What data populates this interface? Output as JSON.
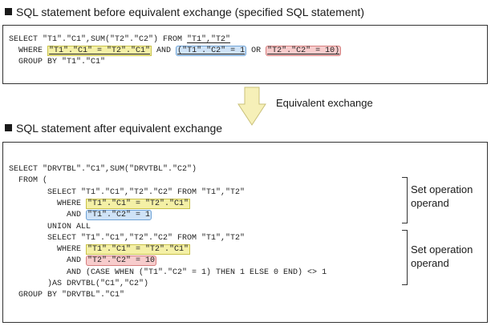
{
  "before": {
    "heading": "SQL statement before equivalent exchange (specified SQL statement)",
    "line1_a": "SELECT \"T1\".\"C1\",SUM(\"T2\".\"C2\") FROM ",
    "line1_b": "\"T1\",\"T2\"",
    "line2_indent": "  WHERE ",
    "line2_cond1": "\"T1\".\"C1\" = \"T2\".\"C1\"",
    "line2_and": " AND ",
    "line2_paren_open": "(",
    "line2_cond2": "\"T1\".\"C2\" = 1",
    "line2_or": " OR ",
    "line2_cond3": "\"T2\".\"C2\" = 10",
    "line2_paren_close": ")",
    "line3": "  GROUP BY \"T1\".\"C1\""
  },
  "arrow": {
    "label": "Equivalent exchange"
  },
  "after": {
    "heading": "SQL statement after equivalent exchange",
    "l1": "SELECT \"DRVTBL\".\"C1\",SUM(\"DRVTBL\".\"C2\")",
    "l2": "  FROM (",
    "l3": "        SELECT \"T1\".\"C1\",\"T2\".\"C2\" FROM \"T1\",\"T2\"",
    "l4_pre": "          WHERE ",
    "l4_cond": "\"T1\".\"C1\" = \"T2\".\"C1\"",
    "l5_pre": "            AND ",
    "l5_cond": "\"T1\".\"C2\" = 1",
    "l6": "        UNION ALL",
    "l7": "        SELECT \"T1\".\"C1\",\"T2\".\"C2\" FROM \"T1\",\"T2\"",
    "l8_pre": "          WHERE ",
    "l8_cond": "\"T1\".\"C1\" = \"T2\".\"C1\"",
    "l9_pre": "            AND ",
    "l9_cond": "\"T2\".\"C2\" = 10",
    "l10": "            AND (CASE WHEN (\"T1\".\"C2\" = 1) THEN 1 ELSE 0 END) <> 1",
    "l11": "        )AS DRVTBL(\"C1\",\"C2\")",
    "l12": "  GROUP BY \"DRVTBL\".\"C1\"",
    "annotation1": "Set operation\noperand",
    "annotation2": "Set operation\noperand"
  },
  "colors": {
    "yellow_highlight": "#f4f0a6",
    "blue_highlight": "#cfe3f7",
    "red_highlight": "#f7cccc",
    "arrow_fill": "#f6f0b8"
  }
}
